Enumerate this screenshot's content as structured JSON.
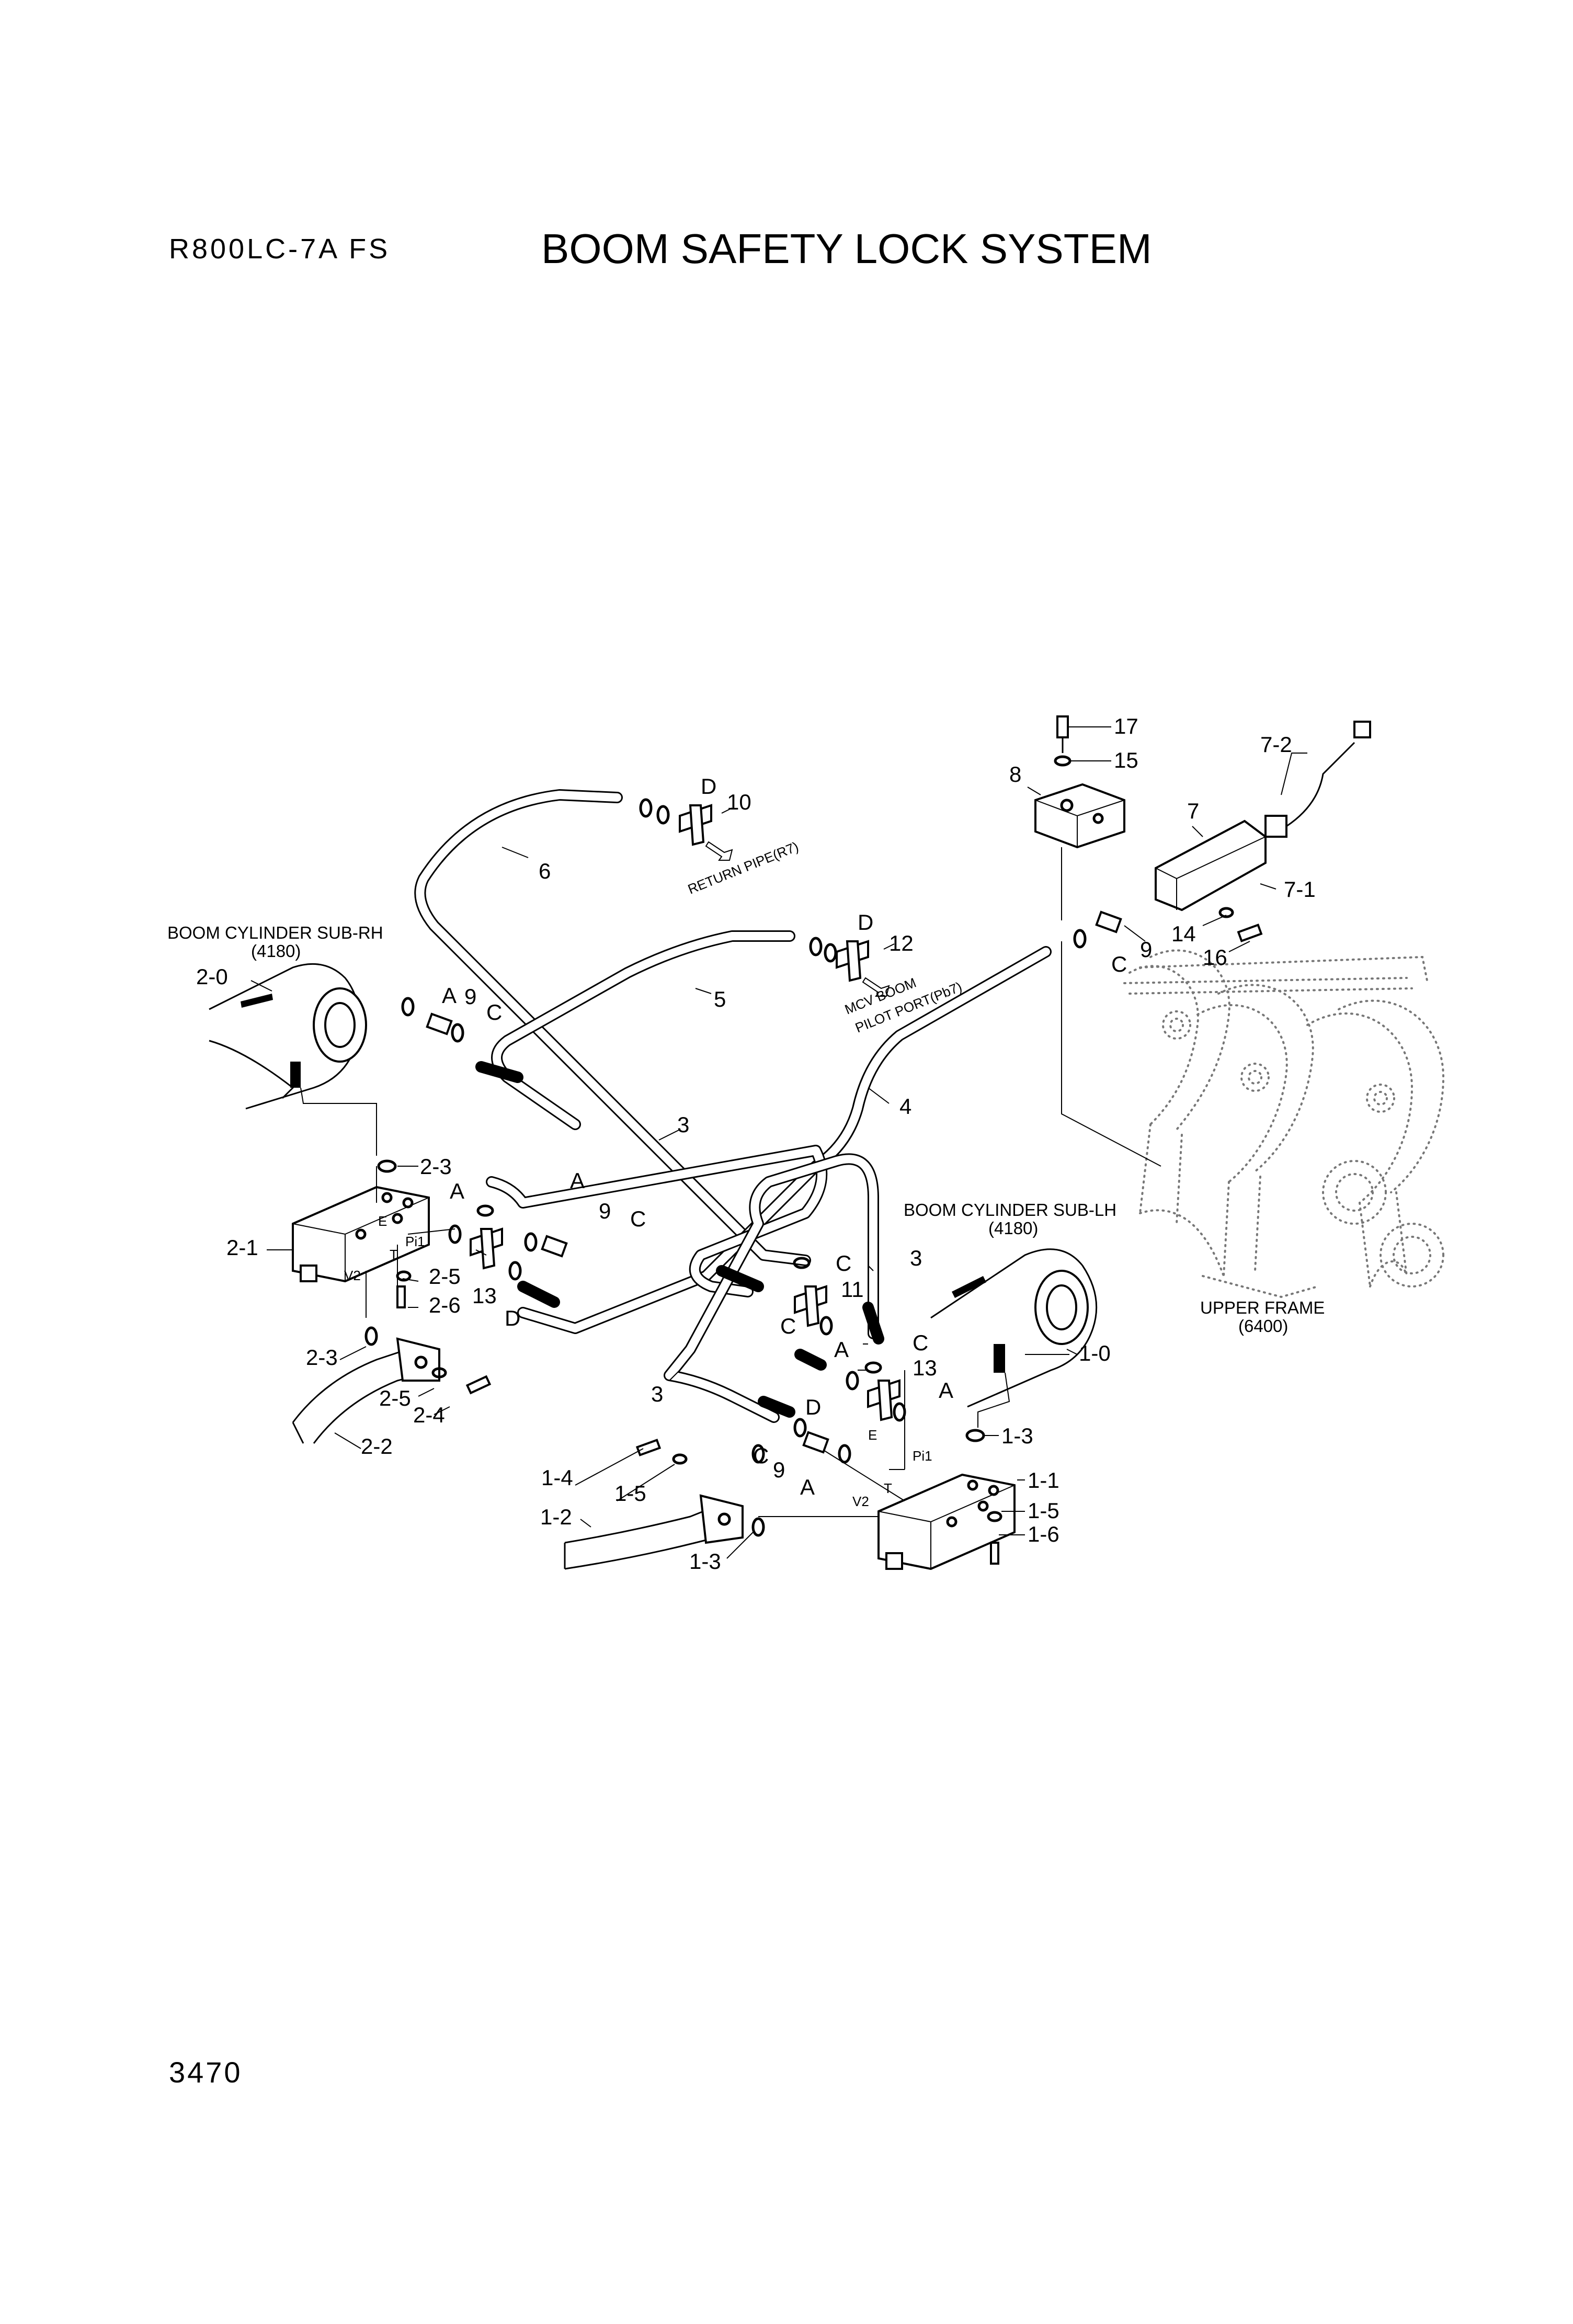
{
  "header": {
    "model": "R800LC-7A FS",
    "title": "BOOM SAFETY LOCK SYSTEM"
  },
  "footer": {
    "page_number": "3470"
  },
  "callouts": {
    "boom_cyl_rh": "BOOM CYLINDER SUB-RH",
    "boom_cyl_rh_code": "(4180)",
    "boom_cyl_lh": "BOOM CYLINDER SUB-LH",
    "boom_cyl_lh_code": "(4180)",
    "upper_frame": "UPPER FRAME",
    "upper_frame_code": "(6400)",
    "return_pipe": "RETURN PIPE(R7)",
    "mcv_boom_1": "MCV BOOM",
    "mcv_boom_2": "PILOT PORT(Pb7)"
  },
  "parts": {
    "p1_0": "1-0",
    "p1_1": "1-1",
    "p1_2": "1-2",
    "p1_3a": "1-3",
    "p1_3b": "1-3",
    "p1_4": "1-4",
    "p1_5a": "1-5",
    "p1_5b": "1-5",
    "p1_6": "1-6",
    "p2_0": "2-0",
    "p2_1": "2-1",
    "p2_2": "2-2",
    "p2_3a": "2-3",
    "p2_3b": "2-3",
    "p2_4": "2-4",
    "p2_5a": "2-5",
    "p2_5b": "2-5",
    "p2_6": "2-6",
    "p3a": "3",
    "p3b": "3",
    "p3c": "3",
    "p4": "4",
    "p5": "5",
    "p6": "6",
    "p7": "7",
    "p7_1": "7-1",
    "p7_2": "7-2",
    "p8": "8",
    "p9a": "9",
    "p9b": "9",
    "p9c": "9",
    "p9d": "9",
    "p10": "10",
    "p11": "11",
    "p12": "12",
    "p13a": "13",
    "p13b": "13",
    "p14": "14",
    "p15": "15",
    "p16": "16",
    "p17": "17"
  },
  "port_letters": {
    "a1": "A",
    "a2": "A",
    "a3": "A",
    "a4": "A",
    "a5": "A",
    "a6": "A",
    "c1": "C",
    "c2": "C",
    "c3": "C",
    "c4": "C",
    "c5": "C",
    "c6": "C",
    "c7": "C",
    "d1": "D",
    "d2": "D",
    "d3": "D",
    "d4": "D"
  },
  "valve_ports": {
    "rh_e": "E",
    "rh_pi1": "Pi1",
    "rh_t": "T",
    "rh_v2": "V2",
    "lh_e": "E",
    "lh_pi1": "Pi1",
    "lh_t": "T",
    "lh_v2": "V2"
  }
}
